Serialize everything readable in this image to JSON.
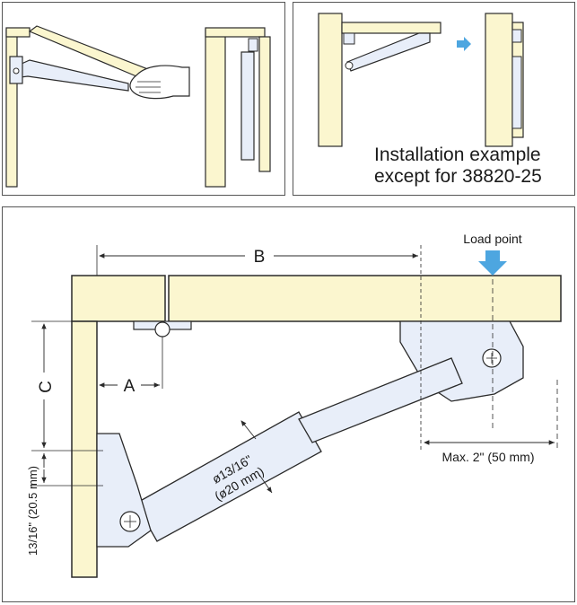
{
  "installation_caption": {
    "line1": "Installation example",
    "line2": "except for 38820-25"
  },
  "dimensions": {
    "label_a": "A",
    "label_b": "B",
    "label_c": "C",
    "load_point": "Load point",
    "max_extension": "Max. 2\" (50 mm)",
    "thickness": "13/16\" (20.5 mm)",
    "diameter_in": "ø13/16\"",
    "diameter_mm": "(ø20 mm)"
  },
  "colors": {
    "wood": "#fbf6cf",
    "metal": "#e8eef9",
    "accent_arrow": "#4da6e0",
    "line": "#2a2a2a"
  }
}
